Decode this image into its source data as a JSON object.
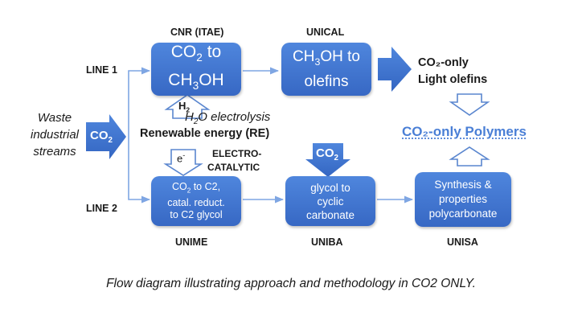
{
  "labels": {
    "cnr": "CNR (ITAE)",
    "unical": "UNICAL",
    "line1": "LINE 1",
    "line2": "LINE 2",
    "waste": [
      "Waste",
      "industrial",
      "streams"
    ],
    "h2": "H",
    "h2_sub": "2",
    "h2o_electrolysis_a": "H",
    "h2o_electrolysis_sub": "2",
    "h2o_electrolysis_b": "O electrolysis",
    "renewable": "Renewable energy (RE)",
    "electron": "e",
    "electron_sup": "-",
    "electrocatalytic": [
      "ELECTRO-",
      "CATALYTIC"
    ],
    "co2_only_light_olefins": [
      "CO₂-only",
      "Light olefins"
    ],
    "co2_only_polymers": "CO₂-only Polymers",
    "unime": "UNIME",
    "uniba": "UNIBA",
    "unisa": "UNISA"
  },
  "co2_arrow_left": {
    "a": "CO",
    "sub": "2"
  },
  "co2_arrow_down": {
    "a": "CO",
    "sub": "2"
  },
  "boxes": {
    "co2_to_ch3oh": {
      "l1a": "CO",
      "l1sub": "2",
      "l1b": " to",
      "l2a": "CH",
      "l2sub": "3",
      "l2b": "OH"
    },
    "ch3oh_to_olefins": {
      "l1a": "CH",
      "l1sub": "3",
      "l1b": "OH to",
      "l2": "olefins"
    },
    "co2_to_c2": {
      "l1a": "CO",
      "l1sub": "2",
      "l1b": " to C2,",
      "l2": "catal. reduct.",
      "l3": "to C2 glycol"
    },
    "glycol": {
      "l1": "glycol to",
      "l2": "cyclic",
      "l3": "carbonate"
    },
    "synthesis": {
      "l1": "Synthesis &",
      "l2": "properties",
      "l3": "polycarbonate"
    }
  },
  "caption": "Flow diagram illustrating approach and methodology in CO2 ONLY.",
  "colors": {
    "box": "#3f74d0",
    "arrow": "#3a6fcf",
    "line": "#7fa6e3",
    "polymers": "#4a7fd6"
  }
}
